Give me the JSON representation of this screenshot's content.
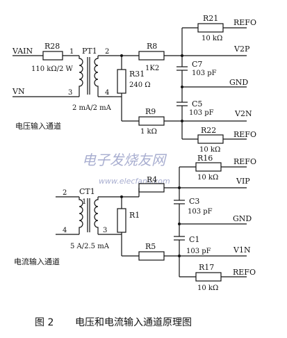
{
  "voltage_circuit": {
    "in_pos": "VAIN",
    "in_neg": "VN",
    "resistor_in_name": "R28",
    "resistor_in_value": "110 kΩ/2 W",
    "transformer": "PT1",
    "transformer_rating": "2 mA/2 mA",
    "pin1": "1",
    "pin2": "2",
    "pin3": "3",
    "pin4": "4",
    "r31_name": "R31",
    "r31_value": "240 Ω",
    "r8_name": "R8",
    "r8_value": "1K2",
    "r9_name": "R9",
    "r9_value": "1 kΩ",
    "r21_name": "R21",
    "r21_value": "10 kΩ",
    "r22_name": "R22",
    "r22_value": "10 kΩ",
    "c7_name": "C7",
    "c7_value": "103 pF",
    "c5_name": "C5",
    "c5_value": "103 pF",
    "out_pos": "V2P",
    "out_neg": "V2N",
    "gnd": "GND",
    "refo_top": "REFO",
    "refo_bottom": "REFO",
    "section_title": "电压输入通道"
  },
  "current_circuit": {
    "transformer": "CT1",
    "transformer_rating": "5 A/2.5 mA",
    "pin1": "1",
    "pin2": "2",
    "pin3": "3",
    "pin4": "4",
    "r1_name": "R1",
    "r4_name": "R4",
    "r5_name": "R5",
    "r16_name": "R16",
    "r16_value": "10 kΩ",
    "r17_name": "R17",
    "r17_value": "10 kΩ",
    "c3_name": "C3",
    "c3_value": "103 pF",
    "c1_name": "C1",
    "c1_value": "103 pF",
    "out_pos": "VIP",
    "out_neg": "V1N",
    "gnd": "GND",
    "refo_top": "REFO",
    "refo_bottom": "REFO",
    "section_title": "电流输入通道"
  },
  "watermark": {
    "chinese": "电子发烧友网",
    "url": "www.elecfans.com"
  },
  "caption": {
    "figure_no": "图 2",
    "title": "电压和电流输入通道原理图"
  }
}
